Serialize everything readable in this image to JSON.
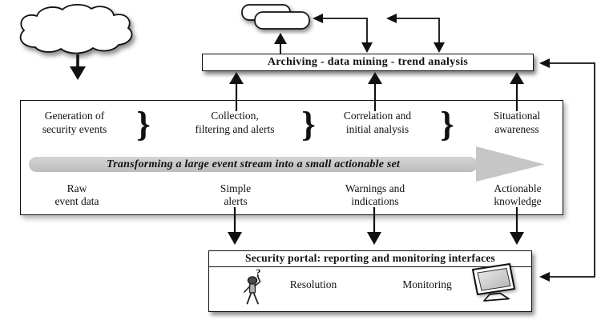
{
  "archiving_bar": {
    "label": "Archiving - data mining - trend analysis"
  },
  "transform_arrow": {
    "label": "Transforming a large event stream into a small actionable set"
  },
  "stages": [
    {
      "line1": "Generation of",
      "line2": "security events"
    },
    {
      "line1": "Collection,",
      "line2": "filtering and alerts"
    },
    {
      "line1": "Correlation and",
      "line2": "initial analysis"
    },
    {
      "line1": "Situational",
      "line2": "awareness"
    }
  ],
  "decor": {
    "brace": "}"
  },
  "data_labels": [
    {
      "line1": "Raw",
      "line2": "event data"
    },
    {
      "line1": "Simple",
      "line2": "alerts"
    },
    {
      "line1": "Warnings and",
      "line2": "indications"
    },
    {
      "line1": "Actionable",
      "line2": "knowledge"
    }
  ],
  "portal": {
    "title": "Security portal: reporting and monitoring interfaces",
    "resolution_label": "Resolution",
    "monitoring_label": "Monitoring"
  },
  "icons": {
    "question_mark": "?",
    "cloud": "cloud-icon",
    "disk_stack": "disk-stack-icon",
    "person": "person-question-icon",
    "monitor": "monitor-icon"
  },
  "colors": {
    "line": "#111111",
    "transform_arrow_fill": "#c6c6c6",
    "background": "#ffffff"
  }
}
